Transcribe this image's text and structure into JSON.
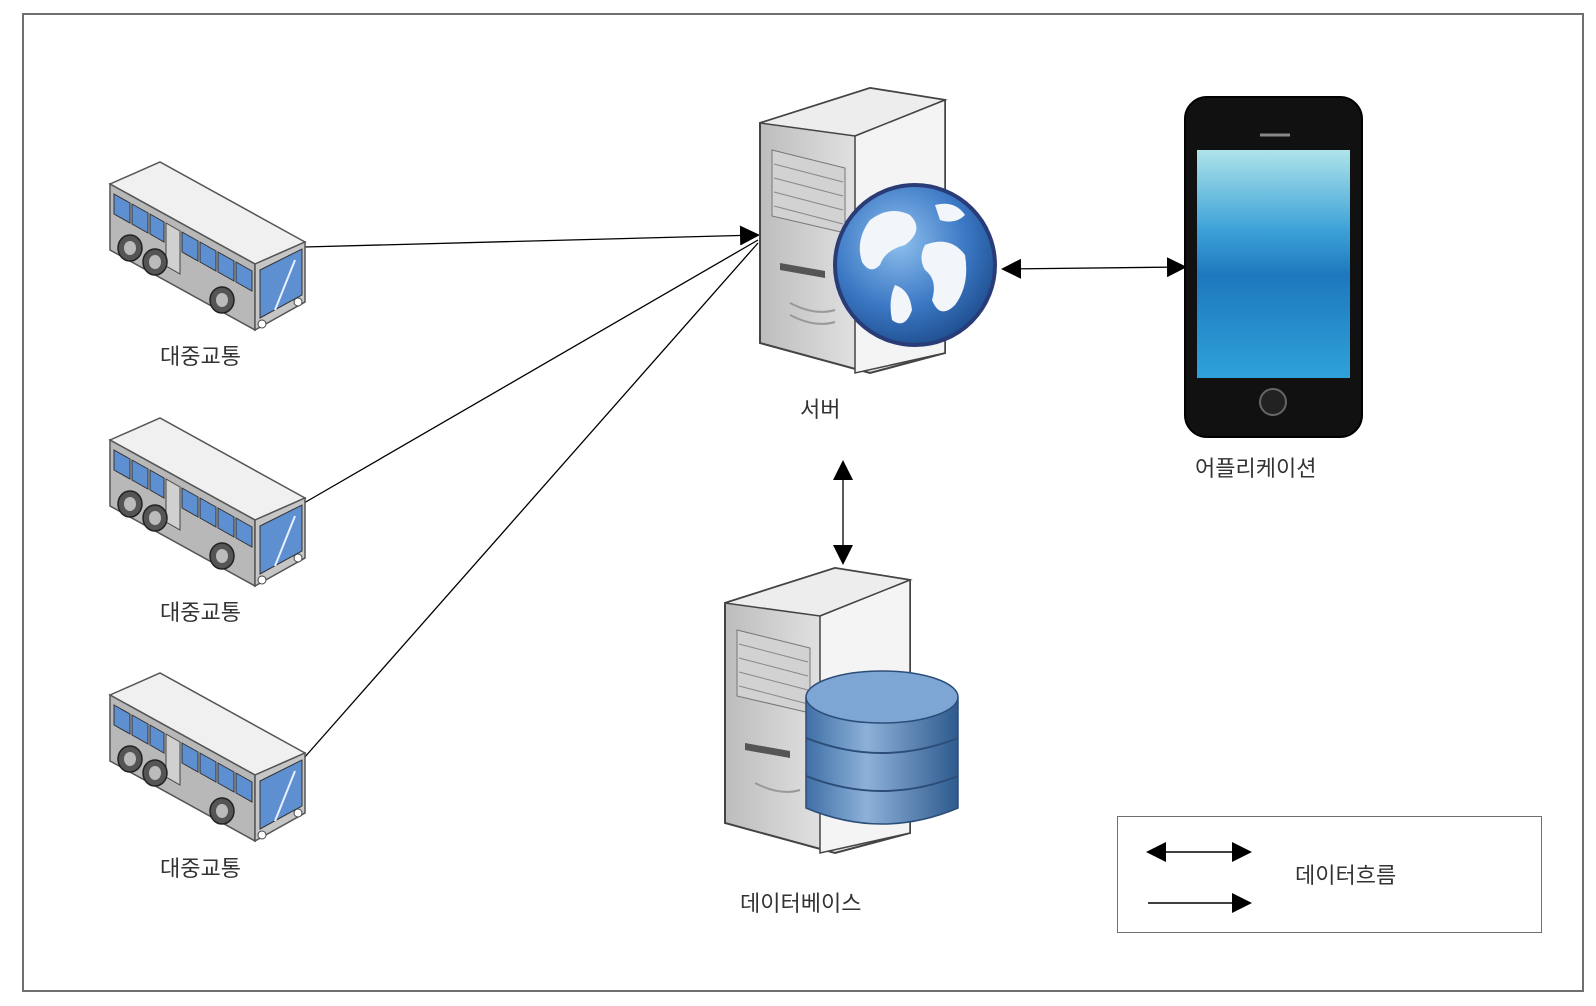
{
  "nodes": {
    "bus_1": {
      "label": "대중교통",
      "icon": "bus-icon"
    },
    "bus_2": {
      "label": "대중교통",
      "icon": "bus-icon"
    },
    "bus_3": {
      "label": "대중교통",
      "icon": "bus-icon"
    },
    "server": {
      "label": "서버",
      "icon": "web-server-icon"
    },
    "app": {
      "label": "어플리케이션",
      "icon": "smartphone-icon"
    },
    "database": {
      "label": "데이터베이스",
      "icon": "database-server-icon"
    }
  },
  "edges": [
    {
      "from": "bus_1",
      "to": "server",
      "style": "one-way"
    },
    {
      "from": "bus_2",
      "to": "server",
      "style": "one-way"
    },
    {
      "from": "bus_3",
      "to": "server",
      "style": "one-way"
    },
    {
      "from": "server",
      "to": "app",
      "style": "two-way"
    },
    {
      "from": "server",
      "to": "database",
      "style": "two-way"
    }
  ],
  "legend": {
    "label": "데이터흐름",
    "items": [
      "two-way-arrow",
      "one-way-arrow"
    ]
  },
  "colors": {
    "border": "#6f6f6f",
    "server_body": "#d9d9d9",
    "globe_blue": "#3b78c4",
    "db_blue": "#4f7fb4",
    "phone_screen": "#2d8fd0"
  }
}
